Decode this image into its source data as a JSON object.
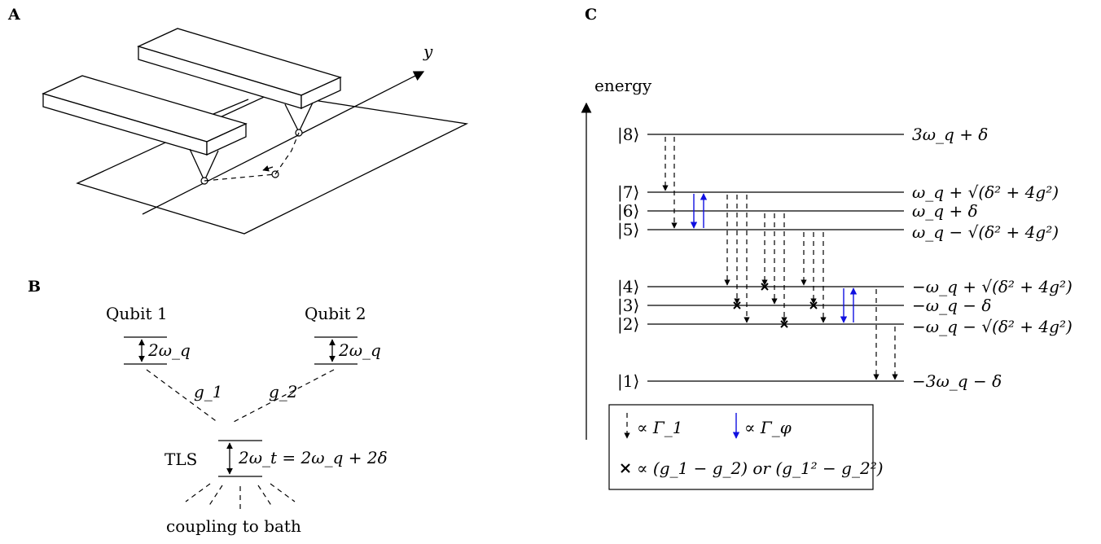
{
  "panels": {
    "a": "A",
    "b": "B",
    "c": "C"
  },
  "panel_a": {
    "axis_label": "y"
  },
  "panel_b": {
    "qubit1_label": "Qubit 1",
    "qubit2_label": "Qubit 2",
    "qubit1_splitting": "2ω_q",
    "qubit2_splitting": "2ω_q",
    "g1": "g_1",
    "g2": "g_2",
    "tls_label": "TLS",
    "tls_splitting": "2ω_t = 2ω_q + 2δ",
    "bath_label": "coupling to bath"
  },
  "panel_c": {
    "axis_label": "energy",
    "levels": [
      {
        "state": "|8⟩",
        "energy": "3ω_q + δ"
      },
      {
        "state": "|7⟩",
        "energy": "ω_q + √(δ² + 4g²)"
      },
      {
        "state": "|6⟩",
        "energy": "ω_q + δ"
      },
      {
        "state": "|5⟩",
        "energy": "ω_q − √(δ² + 4g²)"
      },
      {
        "state": "|4⟩",
        "energy": "−ω_q + √(δ² + 4g²)"
      },
      {
        "state": "|3⟩",
        "energy": "−ω_q − δ"
      },
      {
        "state": "|2⟩",
        "energy": "−ω_q − √(δ² + 4g²)"
      },
      {
        "state": "|1⟩",
        "energy": "−3ω_q − δ"
      }
    ],
    "legend": {
      "gamma1": "∝ Γ_1",
      "gammaphi": "∝ Γ_φ",
      "cross": "∝ (g_1 − g_2) or (g_1² − g_2²)"
    },
    "colors": {
      "dephasing_arrow": "#1010e0",
      "relaxation_arrow": "#000000"
    }
  }
}
